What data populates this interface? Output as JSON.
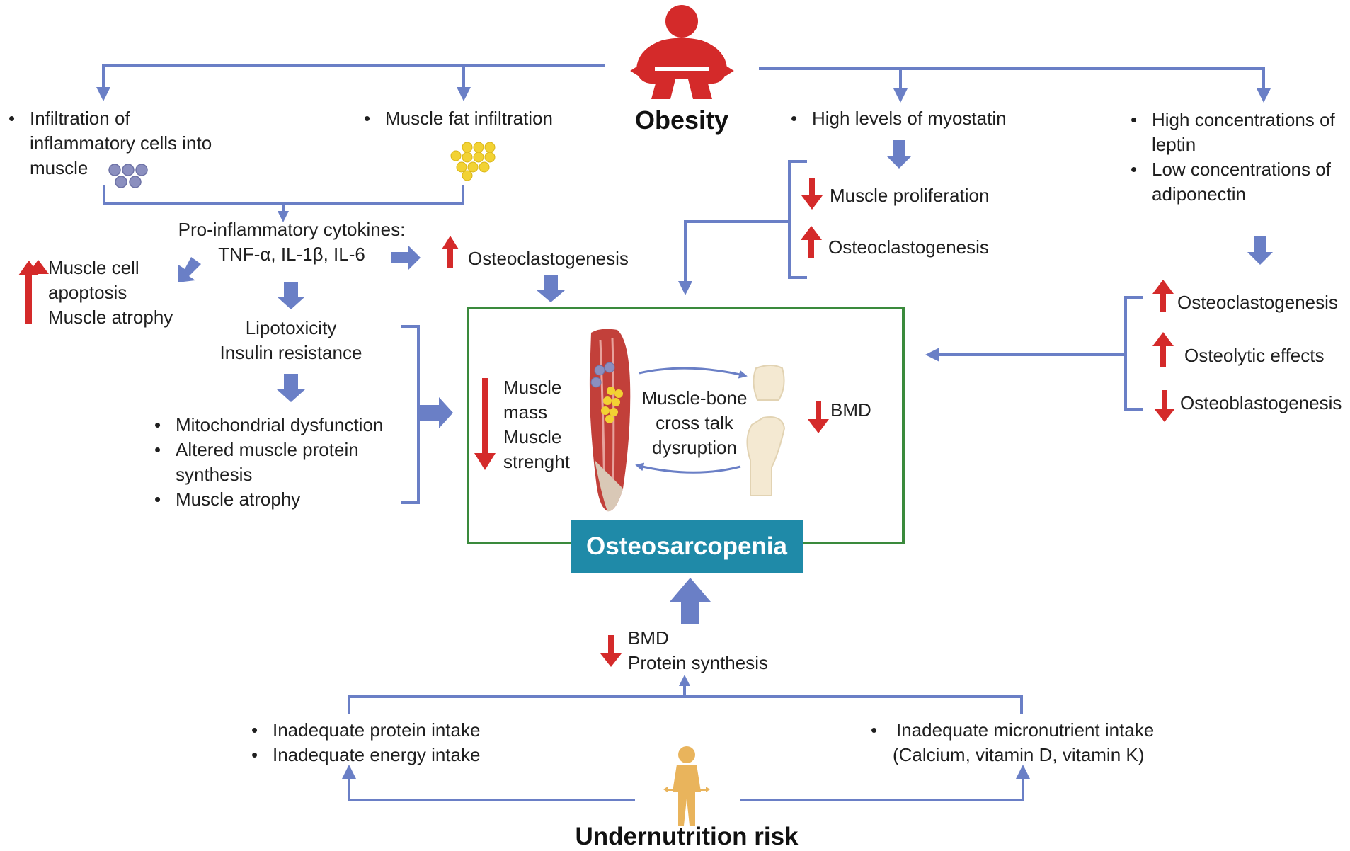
{
  "obesity": {
    "title": "Obesity",
    "inflammatory": [
      "Infiltration of",
      "inflammatory cells into",
      "muscle"
    ],
    "fat": "Muscle fat infiltration",
    "cytokines": [
      "Pro-inflammatory cytokines:",
      "TNF-α, IL-1β, IL-6"
    ],
    "apoptosis": [
      "Muscle cell",
      "apoptosis",
      "Muscle atrophy"
    ],
    "osteoclastogenesis_mid": "Osteoclastogenesis",
    "lipotoxicity": [
      "Lipotoxicity",
      "Insulin resistance"
    ],
    "mito_items": [
      [
        "Mitochondrial dysfunction"
      ],
      [
        "Altered muscle protein",
        "synthesis"
      ],
      [
        "Muscle atrophy"
      ]
    ],
    "myostatin": "High levels of myostatin",
    "muscle_proliferation": "Muscle proliferation",
    "osteoclastogenesis_myo": "Osteoclastogenesis",
    "leptin_items": [
      [
        "High concentrations of",
        "leptin"
      ],
      [
        "Low concentrations of",
        "adiponectin"
      ]
    ],
    "leptin_effects": [
      "Osteoclastogenesis",
      "Osteolytic effects",
      "Osteoblastogenesis"
    ]
  },
  "center": {
    "muscle": [
      "Muscle",
      "mass",
      "Muscle",
      "strenght"
    ],
    "crosstalk": [
      "Muscle-bone",
      "cross talk",
      "dysruption"
    ],
    "bmd": "BMD",
    "label": "Osteosarcopenia"
  },
  "undernutrition": {
    "title": "Undernutrition risk",
    "effects": [
      "BMD",
      "Protein synthesis"
    ],
    "left_items": [
      "Inadequate protein intake",
      "Inadequate energy intake"
    ],
    "right_items": [
      "Inadequate micronutrient intake",
      "(Calcium, vitamin D, vitamin K)"
    ]
  },
  "colors": {
    "connector": "#6a7fc6",
    "up_down_arrow": "#d42a2a",
    "frame": "#3a8a3c",
    "label_bg": "#1f8aa8"
  },
  "icons": [
    "obese-person-icon",
    "cells-icon",
    "fat-droplets-icon",
    "muscle-icon",
    "bone-icon",
    "thin-person-icon"
  ]
}
